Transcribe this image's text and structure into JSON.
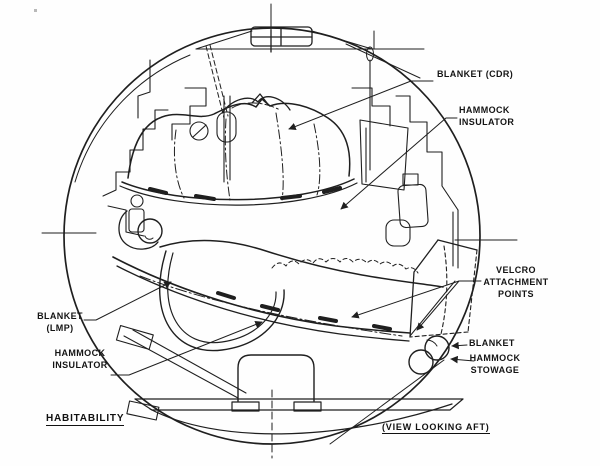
{
  "page": {
    "background": "#fefefe",
    "ink": "#1f1f1f",
    "drawing_subject": "Lunar Module cabin interior cross-section showing crew sleep hammocks"
  },
  "labels": {
    "blanket_cdr": "BLANKET (CDR)",
    "hammock_insulator_right": {
      "line1": "HAMMOCK",
      "line2": "INSULATOR"
    },
    "velcro": {
      "line1": "VELCRO",
      "line2": "ATTACHMENT",
      "line3": "POINTS"
    },
    "blanket_right": "BLANKET",
    "hammock_stowage": {
      "line1": "HAMMOCK",
      "line2": "STOWAGE"
    },
    "blanket_lmp": {
      "line1": "BLANKET",
      "line2": "(LMP)"
    },
    "hammock_insulator_left": {
      "line1": "HAMMOCK",
      "line2": "INSULATOR"
    }
  },
  "footer": {
    "left_caption": "HABITABILITY",
    "right_caption": "(VIEW LOOKING AFT)"
  }
}
